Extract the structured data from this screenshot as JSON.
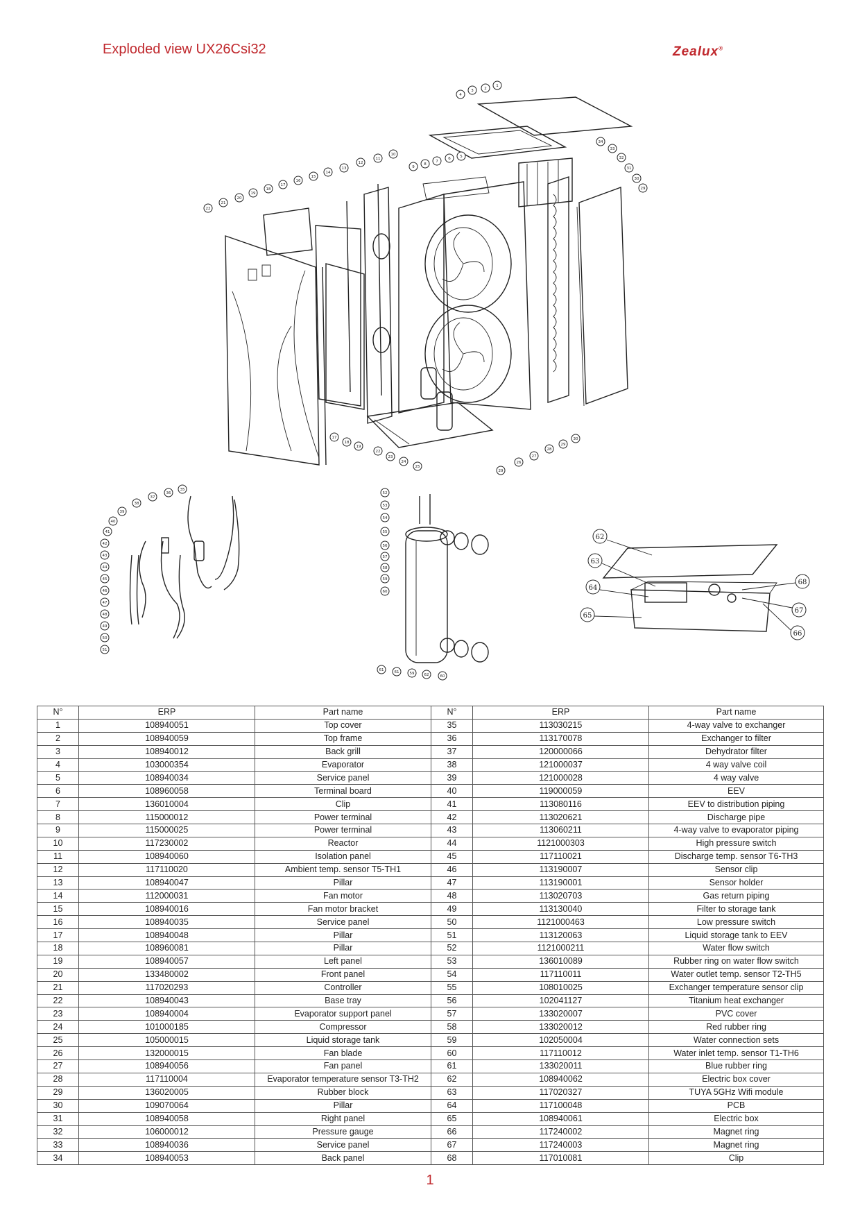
{
  "header": {
    "title": "Exploded view UX26Csi32",
    "brand": "Zealux",
    "brand_mark": "®",
    "accent_color": "#c0282d"
  },
  "drawing": {
    "callouts_main": [
      "1",
      "2",
      "3",
      "4",
      "5",
      "6",
      "7",
      "8",
      "9",
      "10",
      "11",
      "12",
      "13",
      "14",
      "15",
      "16",
      "17",
      "18",
      "19",
      "20",
      "21",
      "22",
      "23",
      "24",
      "25",
      "26",
      "27",
      "28",
      "29",
      "30",
      "31",
      "32",
      "33",
      "34"
    ],
    "callouts_piping": [
      "35",
      "36",
      "37",
      "38",
      "39",
      "40",
      "41",
      "42",
      "43",
      "44",
      "45",
      "46",
      "47",
      "48",
      "49",
      "50",
      "51"
    ],
    "callouts_exchanger": [
      "52",
      "53",
      "54",
      "55",
      "56",
      "57",
      "58",
      "59",
      "60",
      "61",
      "62"
    ],
    "callouts_electric": [
      "62",
      "63",
      "64",
      "65",
      "66",
      "67",
      "68"
    ]
  },
  "table": {
    "headers": [
      "N°",
      "ERP",
      "Part name",
      "N°",
      "ERP",
      "Part name"
    ],
    "rows": [
      [
        "1",
        "108940051",
        "Top cover",
        "35",
        "113030215",
        "4-way valve to exchanger"
      ],
      [
        "2",
        "108940059",
        "Top frame",
        "36",
        "113170078",
        "Exchanger to filter"
      ],
      [
        "3",
        "108940012",
        "Back grill",
        "37",
        "120000066",
        "Dehydrator filter"
      ],
      [
        "4",
        "103000354",
        "Evaporator",
        "38",
        "121000037",
        "4 way valve coil"
      ],
      [
        "5",
        "108940034",
        "Service panel",
        "39",
        "121000028",
        "4 way valve"
      ],
      [
        "6",
        "108960058",
        "Terminal board",
        "40",
        "119000059",
        "EEV"
      ],
      [
        "7",
        "136010004",
        "Clip",
        "41",
        "113080116",
        "EEV to distribution piping"
      ],
      [
        "8",
        "115000012",
        "Power terminal",
        "42",
        "113020621",
        "Discharge pipe"
      ],
      [
        "9",
        "115000025",
        "Power terminal",
        "43",
        "113060211",
        "4-way valve to evaporator piping"
      ],
      [
        "10",
        "117230002",
        "Reactor",
        "44",
        "1121000303",
        "High pressure switch"
      ],
      [
        "11",
        "108940060",
        "Isolation panel",
        "45",
        "117110021",
        "Discharge temp. sensor T6-TH3"
      ],
      [
        "12",
        "117110020",
        "Ambient temp. sensor T5-TH1",
        "46",
        "113190007",
        "Sensor clip"
      ],
      [
        "13",
        "108940047",
        "Pillar",
        "47",
        "113190001",
        "Sensor holder"
      ],
      [
        "14",
        "112000031",
        "Fan motor",
        "48",
        "113020703",
        "Gas return piping"
      ],
      [
        "15",
        "108940016",
        "Fan motor bracket",
        "49",
        "113130040",
        "Filter to storage tank"
      ],
      [
        "16",
        "108940035",
        "Service panel",
        "50",
        "1121000463",
        "Low pressure switch"
      ],
      [
        "17",
        "108940048",
        "Pillar",
        "51",
        "113120063",
        "Liquid storage tank to EEV"
      ],
      [
        "18",
        "108960081",
        "Pillar",
        "52",
        "1121000211",
        "Water flow switch"
      ],
      [
        "19",
        "108940057",
        "Left panel",
        "53",
        "136010089",
        "Rubber ring on water flow switch"
      ],
      [
        "20",
        "133480002",
        "Front panel",
        "54",
        "117110011",
        "Water outlet temp. sensor T2-TH5"
      ],
      [
        "21",
        "117020293",
        "Controller",
        "55",
        "108010025",
        "Exchanger temperature sensor clip"
      ],
      [
        "22",
        "108940043",
        "Base tray",
        "56",
        "102041127",
        "Titanium heat exchanger"
      ],
      [
        "23",
        "108940004",
        "Evaporator support panel",
        "57",
        "133020007",
        "PVC cover"
      ],
      [
        "24",
        "101000185",
        "Compressor",
        "58",
        "133020012",
        "Red rubber ring"
      ],
      [
        "25",
        "105000015",
        "Liquid storage tank",
        "59",
        "102050004",
        "Water connection sets"
      ],
      [
        "26",
        "132000015",
        "Fan blade",
        "60",
        "117110012",
        "Water inlet temp. sensor T1-TH6"
      ],
      [
        "27",
        "108940056",
        "Fan panel",
        "61",
        "133020011",
        "Blue rubber ring"
      ],
      [
        "28",
        "117110004",
        "Evaporator temperature sensor T3-TH2",
        "62",
        "108940062",
        "Electric box cover"
      ],
      [
        "29",
        "136020005",
        "Rubber block",
        "63",
        "117020327",
        "TUYA 5GHz Wifi module"
      ],
      [
        "30",
        "109070064",
        "Pillar",
        "64",
        "117100048",
        "PCB"
      ],
      [
        "31",
        "108940058",
        "Right panel",
        "65",
        "108940061",
        "Electric box"
      ],
      [
        "32",
        "106000012",
        "Pressure gauge",
        "66",
        "117240002",
        "Magnet ring"
      ],
      [
        "33",
        "108940036",
        "Service panel",
        "67",
        "117240003",
        "Magnet ring"
      ],
      [
        "34",
        "108940053",
        "Back panel",
        "68",
        "117010081",
        "Clip"
      ]
    ]
  },
  "footer": {
    "page_number": "1"
  }
}
